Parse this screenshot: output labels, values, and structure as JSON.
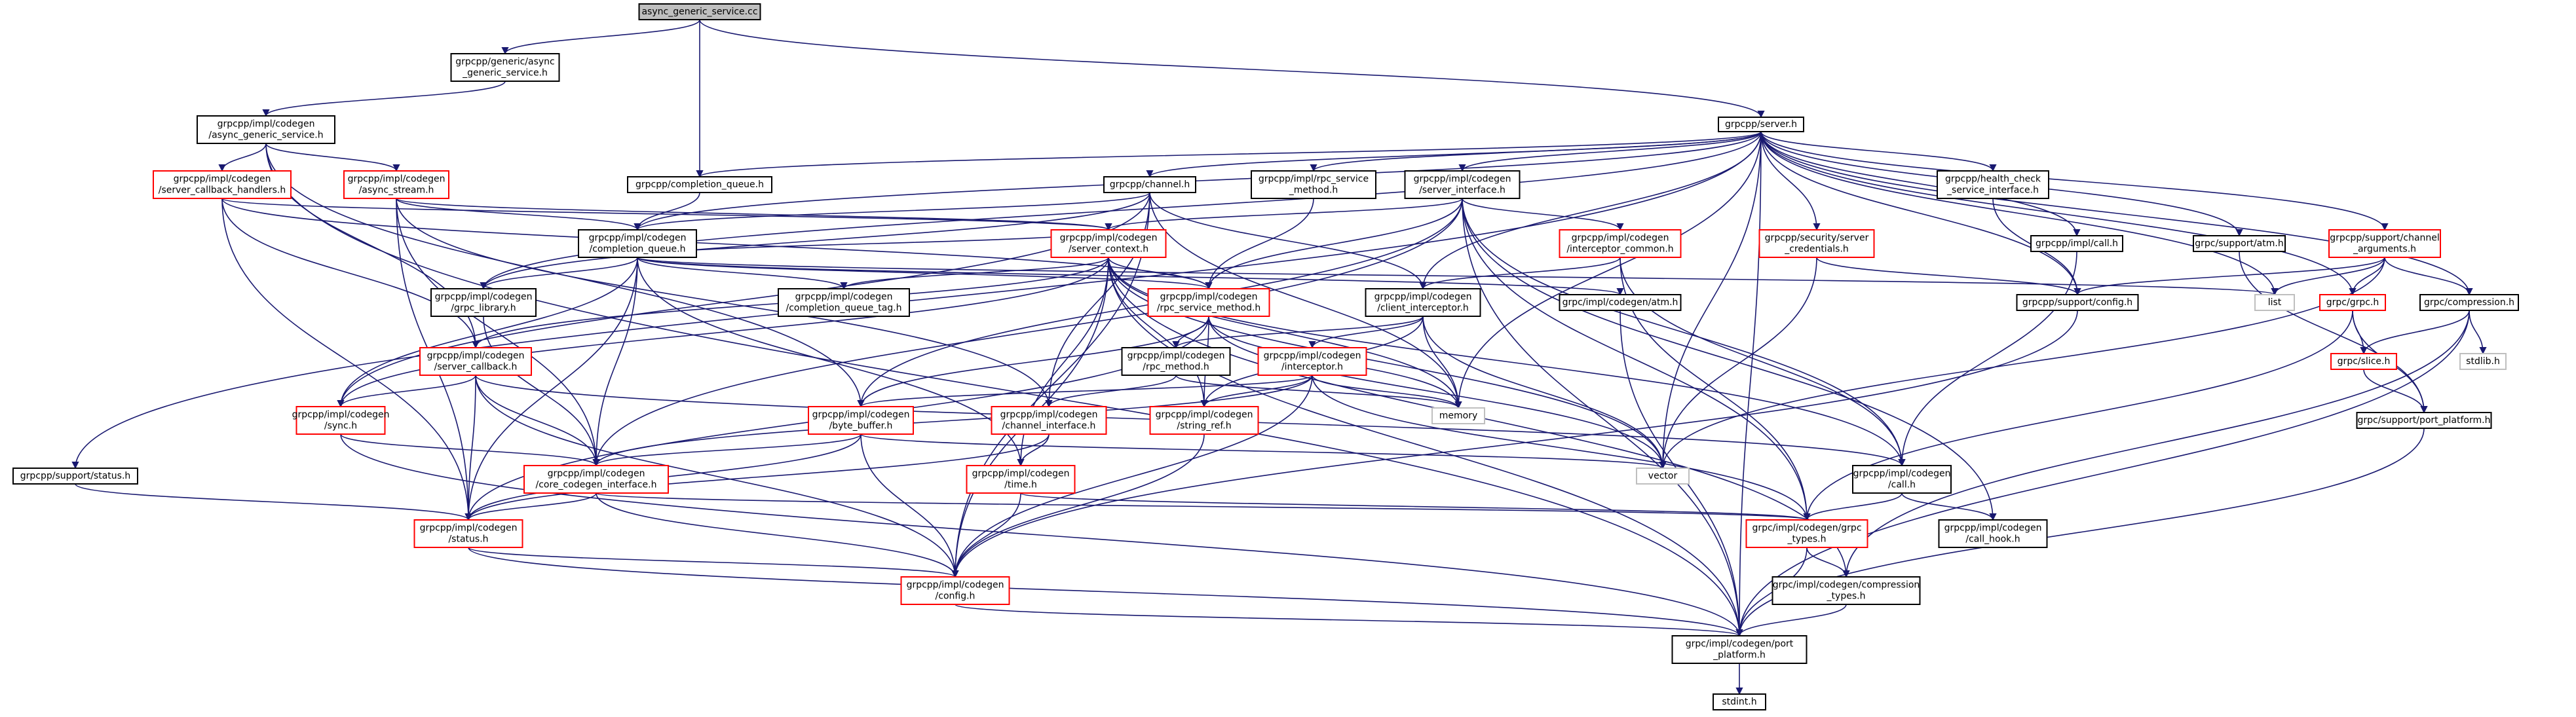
{
  "colors": {
    "edge": "#191970",
    "box_border": "#000000",
    "box_border_red": "#ff0000",
    "box_border_grey": "#bfbfbf",
    "root_fill": "#bfbfbf",
    "node_fill": "#ffffff",
    "text": "#000000"
  },
  "nodes": [
    {
      "id": "root",
      "lines": [
        "async_generic_service.cc"
      ],
      "style": "root"
    },
    {
      "id": "gen_async",
      "lines": [
        "grpcpp/generic/async",
        "_generic_service.h"
      ],
      "style": "black"
    },
    {
      "id": "impl_async_generic",
      "lines": [
        "grpcpp/impl/codegen",
        "/async_generic_service.h"
      ],
      "style": "black"
    },
    {
      "id": "server_h",
      "lines": [
        "grpcpp/server.h"
      ],
      "style": "black"
    },
    {
      "id": "cb_handlers",
      "lines": [
        "grpcpp/impl/codegen",
        "/server_callback_handlers.h"
      ],
      "style": "red"
    },
    {
      "id": "async_stream",
      "lines": [
        "grpcpp/impl/codegen",
        "/async_stream.h"
      ],
      "style": "red"
    },
    {
      "id": "completion_queue_h",
      "lines": [
        "grpcpp/completion_queue.h"
      ],
      "style": "black"
    },
    {
      "id": "channel_h",
      "lines": [
        "grpcpp/channel.h"
      ],
      "style": "black"
    },
    {
      "id": "rpc_service_method_h",
      "lines": [
        "grpcpp/impl/rpc_service",
        "_method.h"
      ],
      "style": "black"
    },
    {
      "id": "server_interface",
      "lines": [
        "grpcpp/impl/codegen",
        "/server_interface.h"
      ],
      "style": "black"
    },
    {
      "id": "health_check",
      "lines": [
        "grpcpp/health_check",
        "_service_interface.h"
      ],
      "style": "black"
    },
    {
      "id": "server_context",
      "lines": [
        "grpcpp/impl/codegen",
        "/server_context.h"
      ],
      "style": "red"
    },
    {
      "id": "cq_impl",
      "lines": [
        "grpcpp/impl/codegen",
        "/completion_queue.h"
      ],
      "style": "black"
    },
    {
      "id": "interceptor_common",
      "lines": [
        "grpcpp/impl/codegen",
        "/interceptor_common.h"
      ],
      "style": "red"
    },
    {
      "id": "impl_call_h",
      "lines": [
        "grpcpp/impl/call.h"
      ],
      "style": "black"
    },
    {
      "id": "support_atm",
      "lines": [
        "grpc/support/atm.h"
      ],
      "style": "black"
    },
    {
      "id": "server_credentials",
      "lines": [
        "grpcpp/security/server",
        "_credentials.h"
      ],
      "style": "red"
    },
    {
      "id": "channel_arguments",
      "lines": [
        "grpcpp/support/channel",
        "_arguments.h"
      ],
      "style": "red"
    },
    {
      "id": "grpc_library",
      "lines": [
        "grpcpp/impl/codegen",
        "/grpc_library.h"
      ],
      "style": "black"
    },
    {
      "id": "cq_tag",
      "lines": [
        "grpcpp/impl/codegen",
        "/completion_queue_tag.h"
      ],
      "style": "black"
    },
    {
      "id": "rpc_service_method",
      "lines": [
        "grpcpp/impl/codegen",
        "/rpc_service_method.h"
      ],
      "style": "red"
    },
    {
      "id": "client_interceptor",
      "lines": [
        "grpcpp/impl/codegen",
        "/client_interceptor.h"
      ],
      "style": "black"
    },
    {
      "id": "codegen_atm",
      "lines": [
        "grpc/impl/codegen/atm.h"
      ],
      "style": "black"
    },
    {
      "id": "support_config",
      "lines": [
        "grpcpp/support/config.h"
      ],
      "style": "black"
    },
    {
      "id": "list",
      "lines": [
        "list"
      ],
      "style": "grey"
    },
    {
      "id": "grpc_h",
      "lines": [
        "grpc/grpc.h"
      ],
      "style": "red"
    },
    {
      "id": "compression_h",
      "lines": [
        "grpc/compression.h"
      ],
      "style": "black"
    },
    {
      "id": "server_callback",
      "lines": [
        "grpcpp/impl/codegen",
        "/server_callback.h"
      ],
      "style": "red"
    },
    {
      "id": "rpc_method",
      "lines": [
        "grpcpp/impl/codegen",
        "/rpc_method.h"
      ],
      "style": "black"
    },
    {
      "id": "interceptor_h",
      "lines": [
        "grpcpp/impl/codegen",
        "/interceptor.h"
      ],
      "style": "red"
    },
    {
      "id": "memory",
      "lines": [
        "memory"
      ],
      "style": "grey"
    },
    {
      "id": "slice_h",
      "lines": [
        "grpc/slice.h"
      ],
      "style": "red"
    },
    {
      "id": "stdlib",
      "lines": [
        "stdlib.h"
      ],
      "style": "grey"
    },
    {
      "id": "sync_h",
      "lines": [
        "grpcpp/impl/codegen",
        "/sync.h"
      ],
      "style": "red"
    },
    {
      "id": "byte_buffer",
      "lines": [
        "grpcpp/impl/codegen",
        "/byte_buffer.h"
      ],
      "style": "red"
    },
    {
      "id": "channel_interface",
      "lines": [
        "grpcpp/impl/codegen",
        "/channel_interface.h"
      ],
      "style": "red"
    },
    {
      "id": "string_ref",
      "lines": [
        "grpcpp/impl/codegen",
        "/string_ref.h"
      ],
      "style": "red"
    },
    {
      "id": "port_platform_support",
      "lines": [
        "grpc/support/port_platform.h"
      ],
      "style": "black"
    },
    {
      "id": "support_status",
      "lines": [
        "grpcpp/support/status.h"
      ],
      "style": "black"
    },
    {
      "id": "core_codegen_interface",
      "lines": [
        "grpcpp/impl/codegen",
        "/core_codegen_interface.h"
      ],
      "style": "red"
    },
    {
      "id": "time_h",
      "lines": [
        "grpcpp/impl/codegen",
        "/time.h"
      ],
      "style": "red"
    },
    {
      "id": "vector",
      "lines": [
        "vector"
      ],
      "style": "grey"
    },
    {
      "id": "codegen_call",
      "lines": [
        "grpcpp/impl/codegen",
        "/call.h"
      ],
      "style": "black"
    },
    {
      "id": "codegen_status",
      "lines": [
        "grpcpp/impl/codegen",
        "/status.h"
      ],
      "style": "red"
    },
    {
      "id": "grpc_types",
      "lines": [
        "grpc/impl/codegen/grpc",
        "_types.h"
      ],
      "style": "red"
    },
    {
      "id": "call_hook",
      "lines": [
        "grpcpp/impl/codegen",
        "/call_hook.h"
      ],
      "style": "black"
    },
    {
      "id": "codegen_config",
      "lines": [
        "grpcpp/impl/codegen",
        "/config.h"
      ],
      "style": "red"
    },
    {
      "id": "compression_types",
      "lines": [
        "grpc/impl/codegen/compression",
        "_types.h"
      ],
      "style": "black"
    },
    {
      "id": "port_platform_codegen",
      "lines": [
        "grpc/impl/codegen/port",
        "_platform.h"
      ],
      "style": "black"
    },
    {
      "id": "stdint",
      "lines": [
        "stdint.h"
      ],
      "style": "black"
    }
  ],
  "edges": [
    [
      "root",
      "gen_async"
    ],
    [
      "root",
      "completion_queue_h"
    ],
    [
      "root",
      "server_h"
    ],
    [
      "gen_async",
      "impl_async_generic"
    ],
    [
      "impl_async_generic",
      "cb_handlers"
    ],
    [
      "impl_async_generic",
      "async_stream"
    ],
    [
      "impl_async_generic",
      "server_callback"
    ],
    [
      "impl_async_generic",
      "port_platform_codegen"
    ],
    [
      "impl_async_generic",
      "byte_buffer"
    ],
    [
      "server_h",
      "completion_queue_h"
    ],
    [
      "server_h",
      "channel_h"
    ],
    [
      "server_h",
      "rpc_service_method_h"
    ],
    [
      "server_h",
      "server_interface"
    ],
    [
      "server_h",
      "health_check"
    ],
    [
      "server_h",
      "impl_call_h"
    ],
    [
      "server_h",
      "support_atm"
    ],
    [
      "server_h",
      "server_credentials"
    ],
    [
      "server_h",
      "channel_arguments"
    ],
    [
      "server_h",
      "grpc_library"
    ],
    [
      "server_h",
      "cq_impl"
    ],
    [
      "server_h",
      "client_interceptor"
    ],
    [
      "server_h",
      "support_config"
    ],
    [
      "server_h",
      "list"
    ],
    [
      "server_h",
      "compression_h"
    ],
    [
      "server_h",
      "memory"
    ],
    [
      "server_h",
      "vector"
    ],
    [
      "server_h",
      "support_status"
    ],
    [
      "server_h",
      "port_platform_codegen"
    ],
    [
      "server_h",
      "grpc_h"
    ],
    [
      "cb_handlers",
      "server_context"
    ],
    [
      "cb_handlers",
      "server_callback"
    ],
    [
      "cb_handlers",
      "rpc_service_method"
    ],
    [
      "cb_handlers",
      "codegen_status"
    ],
    [
      "async_stream",
      "server_context"
    ],
    [
      "async_stream",
      "channel_interface"
    ],
    [
      "async_stream",
      "codegen_status"
    ],
    [
      "async_stream",
      "core_codegen_interface"
    ],
    [
      "async_stream",
      "cq_impl"
    ],
    [
      "completion_queue_h",
      "cq_impl"
    ],
    [
      "channel_h",
      "cq_impl"
    ],
    [
      "channel_h",
      "channel_interface"
    ],
    [
      "channel_h",
      "client_interceptor"
    ],
    [
      "channel_h",
      "config"
    ],
    [
      "channel_h",
      "grpc_library"
    ],
    [
      "channel_h",
      "sync_h"
    ],
    [
      "channel_h",
      "memory"
    ],
    [
      "channel_h",
      "codegen_config"
    ],
    [
      "rpc_service_method_h",
      "rpc_service_method"
    ],
    [
      "server_interface",
      "server_context"
    ],
    [
      "server_interface",
      "rpc_service_method"
    ],
    [
      "server_interface",
      "interceptor_common"
    ],
    [
      "server_interface",
      "codegen_call"
    ],
    [
      "server_interface",
      "call_hook"
    ],
    [
      "server_interface",
      "byte_buffer"
    ],
    [
      "server_interface",
      "core_codegen_interface"
    ],
    [
      "server_interface",
      "port_platform_codegen"
    ],
    [
      "server_interface",
      "grpc_types"
    ],
    [
      "health_check",
      "support_config"
    ],
    [
      "server_context",
      "cq_impl"
    ],
    [
      "server_context",
      "cq_tag"
    ],
    [
      "server_context",
      "rpc_service_method"
    ],
    [
      "server_context",
      "server_callback"
    ],
    [
      "server_context",
      "string_ref"
    ],
    [
      "server_context",
      "time_h"
    ],
    [
      "server_context",
      "compression_types"
    ],
    [
      "server_context",
      "codegen_config"
    ],
    [
      "server_context",
      "vector"
    ],
    [
      "server_context",
      "memory"
    ],
    [
      "server_context",
      "codegen_call"
    ],
    [
      "server_context",
      "sync_h"
    ],
    [
      "server_context",
      "port_platform_codegen"
    ],
    [
      "cq_impl",
      "grpc_library"
    ],
    [
      "cq_impl",
      "cq_tag"
    ],
    [
      "cq_impl",
      "rpc_service_method"
    ],
    [
      "cq_impl",
      "codegen_atm"
    ],
    [
      "cq_impl",
      "core_codegen_interface"
    ],
    [
      "cq_impl",
      "codegen_status"
    ],
    [
      "cq_impl",
      "sync_h"
    ],
    [
      "cq_impl",
      "time_h"
    ],
    [
      "cq_impl",
      "list"
    ],
    [
      "interceptor_common",
      "client_interceptor"
    ],
    [
      "interceptor_common",
      "codegen_call"
    ],
    [
      "interceptor_common",
      "grpc_types"
    ],
    [
      "impl_call_h",
      "codegen_call"
    ],
    [
      "support_atm",
      "port_platform_support"
    ],
    [
      "server_credentials",
      "support_config"
    ],
    [
      "server_credentials",
      "vector"
    ],
    [
      "channel_arguments",
      "grpc_h"
    ],
    [
      "channel_arguments",
      "compression_h"
    ],
    [
      "channel_arguments",
      "support_config"
    ],
    [
      "channel_arguments",
      "list"
    ],
    [
      "channel_arguments",
      "vector"
    ],
    [
      "grpc_library",
      "core_codegen_interface"
    ],
    [
      "rpc_service_method",
      "rpc_method"
    ],
    [
      "rpc_service_method",
      "byte_buffer"
    ],
    [
      "rpc_service_method",
      "codegen_status"
    ],
    [
      "rpc_service_method",
      "memory"
    ],
    [
      "rpc_service_method",
      "vector"
    ],
    [
      "rpc_service_method",
      "string_ref"
    ],
    [
      "client_interceptor",
      "interceptor_h"
    ],
    [
      "client_interceptor",
      "rpc_method"
    ],
    [
      "client_interceptor",
      "string_ref"
    ],
    [
      "client_interceptor",
      "memory"
    ],
    [
      "client_interceptor",
      "vector"
    ],
    [
      "codegen_atm",
      "port_platform_codegen"
    ],
    [
      "support_config",
      "codegen_config"
    ],
    [
      "grpc_h",
      "slice_h"
    ],
    [
      "grpc_h",
      "port_platform_support"
    ],
    [
      "grpc_h",
      "grpc_types"
    ],
    [
      "compression_h",
      "slice_h"
    ],
    [
      "compression_h",
      "stdlib"
    ],
    [
      "compression_h",
      "compression_types"
    ],
    [
      "compression_h",
      "port_platform_codegen"
    ],
    [
      "server_callback",
      "sync_h"
    ],
    [
      "server_callback",
      "core_codegen_interface"
    ],
    [
      "server_callback",
      "codegen_status"
    ],
    [
      "server_callback",
      "codegen_call"
    ],
    [
      "server_callback",
      "codegen_config"
    ],
    [
      "rpc_method",
      "channel_interface"
    ],
    [
      "rpc_method",
      "memory"
    ],
    [
      "interceptor_h",
      "byte_buffer"
    ],
    [
      "interceptor_h",
      "string_ref"
    ],
    [
      "interceptor_h",
      "memory"
    ],
    [
      "interceptor_h",
      "grpc_types"
    ],
    [
      "interceptor_h",
      "codegen_config"
    ],
    [
      "interceptor_h",
      "core_codegen_interface"
    ],
    [
      "slice_h",
      "port_platform_support"
    ],
    [
      "sync_h",
      "core_codegen_interface"
    ],
    [
      "sync_h",
      "port_platform_codegen"
    ],
    [
      "byte_buffer",
      "core_codegen_interface"
    ],
    [
      "byte_buffer",
      "codegen_status"
    ],
    [
      "byte_buffer",
      "codegen_config"
    ],
    [
      "byte_buffer",
      "vector"
    ],
    [
      "channel_interface",
      "time_h"
    ],
    [
      "channel_interface",
      "codegen_status"
    ],
    [
      "string_ref",
      "codegen_config"
    ],
    [
      "port_platform_support",
      "port_platform_codegen"
    ],
    [
      "support_status",
      "codegen_status"
    ],
    [
      "core_codegen_interface",
      "codegen_status"
    ],
    [
      "core_codegen_interface",
      "codegen_config"
    ],
    [
      "core_codegen_interface",
      "grpc_types"
    ],
    [
      "time_h",
      "codegen_config"
    ],
    [
      "time_h",
      "grpc_types"
    ],
    [
      "codegen_call",
      "call_hook"
    ],
    [
      "codegen_call",
      "grpc_types"
    ],
    [
      "codegen_status",
      "codegen_config"
    ],
    [
      "codegen_status",
      "port_platform_codegen"
    ],
    [
      "grpc_types",
      "compression_types"
    ],
    [
      "grpc_types",
      "port_platform_codegen"
    ],
    [
      "codegen_config",
      "port_platform_codegen"
    ],
    [
      "compression_types",
      "port_platform_codegen"
    ],
    [
      "port_platform_codegen",
      "stdint"
    ]
  ]
}
